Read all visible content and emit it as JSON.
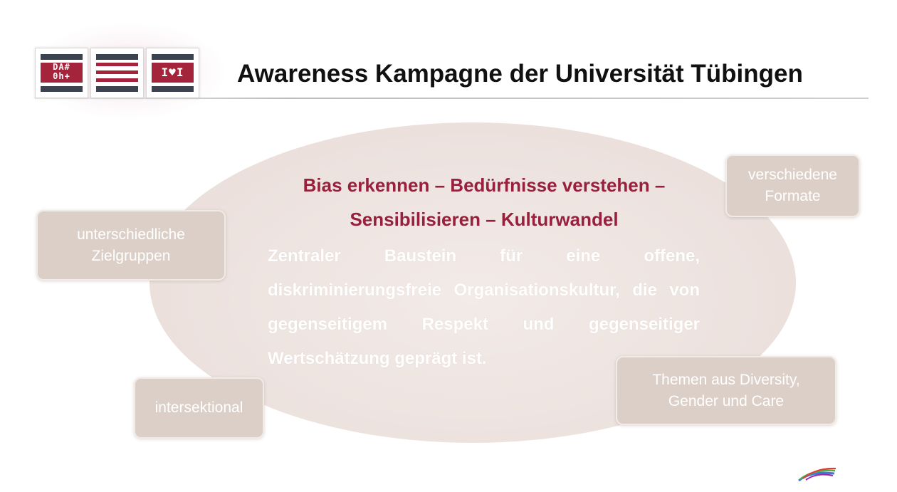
{
  "slide": {
    "title": "Awareness Kampagne der Universität Tübingen",
    "headline_line1": "Bias erkennen – Bedürfnisse verstehen –",
    "headline_line2": "Sensibilisieren – Kulturwandel",
    "body": "Zentraler Baustein für eine offene, diskriminierungsfreie Organisationskultur, die von gegenseitigem Respekt und gegenseitiger Wertschätzung geprägt ist."
  },
  "boxes": {
    "zielgruppen": [
      "unterschiedliche",
      "Zielgruppen"
    ],
    "formate": [
      "verschiedene",
      "Formate"
    ],
    "intersektional": [
      "intersektional"
    ],
    "themen": [
      "Themen aus Diversity,",
      "Gender und Care"
    ]
  },
  "logos": {
    "left_glyphs": [
      "DA#",
      "0h+"
    ],
    "right_glyphs": [
      "I♥I"
    ]
  },
  "colors": {
    "accent_red": "#97203c",
    "logo_navy": "#3b4351",
    "box_beige": "#dccfc7"
  },
  "icons": {
    "footer": "rainbow-wave-logo"
  }
}
